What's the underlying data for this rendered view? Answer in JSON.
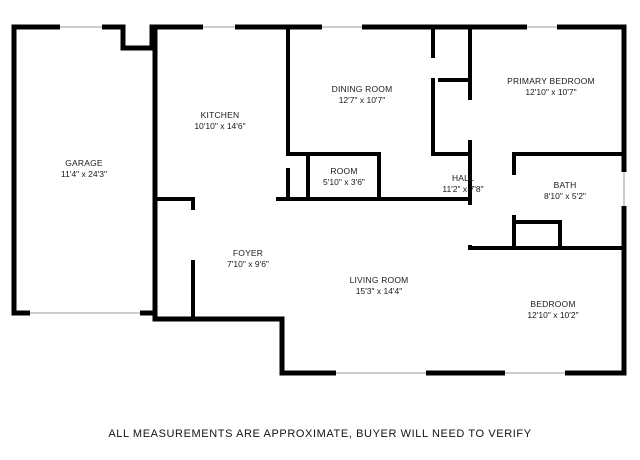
{
  "rooms": {
    "garage": {
      "name": "GARAGE",
      "dims": "11'4\" x 24'3\""
    },
    "kitchen": {
      "name": "KITCHEN",
      "dims": "10'10\" x 14'6\""
    },
    "dining": {
      "name": "DINING ROOM",
      "dims": "12'7\" x 10'7\""
    },
    "primary_bedroom": {
      "name": "PRIMARY BEDROOM",
      "dims": "12'10\" x 10'7\""
    },
    "room": {
      "name": "ROOM",
      "dims": "5'10\" x 3'6\""
    },
    "hall": {
      "name": "HALL",
      "dims": "11'2\" x 7'8\""
    },
    "bath": {
      "name": "BATH",
      "dims": "8'10\" x 5'2\""
    },
    "foyer": {
      "name": "FOYER",
      "dims": "7'10\" x 9'6\""
    },
    "living": {
      "name": "LIVING ROOM",
      "dims": "15'3\" x 14'4\""
    },
    "bedroom": {
      "name": "BEDROOM",
      "dims": "12'10\" x 10'2\""
    }
  },
  "footer": "ALL MEASUREMENTS ARE APPROXIMATE, BUYER WILL NEED TO VERIFY"
}
